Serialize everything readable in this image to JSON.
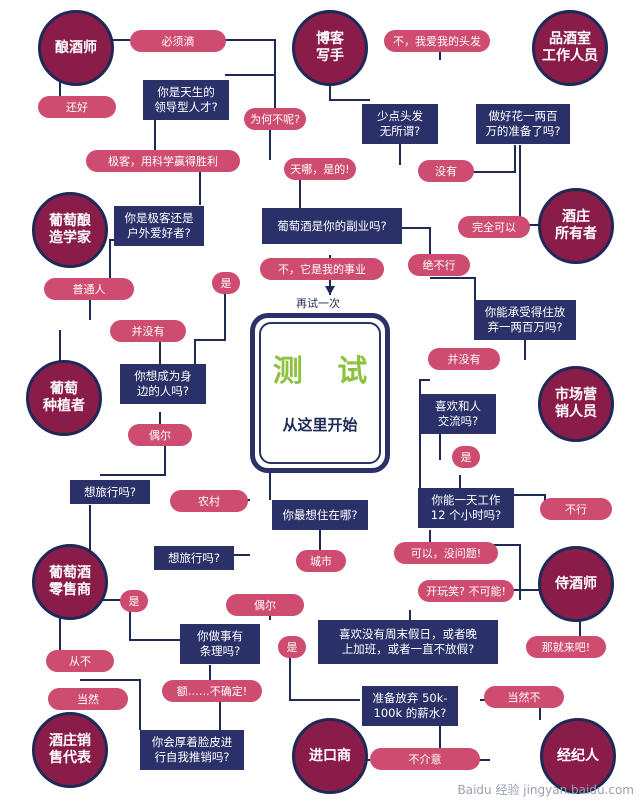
{
  "colors": {
    "navy": "#2a3169",
    "wine": "#8a1c4a",
    "pink": "#cf4c71",
    "green": "#8cc23e"
  },
  "center": {
    "title": "测 试",
    "start": "从这里开始"
  },
  "retry_label": "再试一次",
  "watermark": "Baidu 经验 jingyan.baidu.com",
  "results": [
    {
      "id": "r1",
      "text": "酿酒师"
    },
    {
      "id": "r2",
      "text": "博客\n写手"
    },
    {
      "id": "r3",
      "text": "品酒室\n工作人员"
    },
    {
      "id": "r4",
      "text": "葡萄酿\n造学家"
    },
    {
      "id": "r5",
      "text": "酒庄\n所有者"
    },
    {
      "id": "r6",
      "text": "葡萄\n种植者"
    },
    {
      "id": "r7",
      "text": "市场营\n销人员"
    },
    {
      "id": "r8",
      "text": "葡萄酒\n零售商"
    },
    {
      "id": "r9",
      "text": "侍酒师"
    },
    {
      "id": "r10",
      "text": "酒庄销\n售代表"
    },
    {
      "id": "r11",
      "text": "进口商"
    },
    {
      "id": "r12",
      "text": "经纪人"
    }
  ],
  "questions": [
    {
      "id": "q1",
      "text": "你是天生的\n领导型人才?"
    },
    {
      "id": "q2",
      "text": "少点头发\n无所谓?"
    },
    {
      "id": "q3",
      "text": "做好花一两百\n万的准备了吗?"
    },
    {
      "id": "q4",
      "text": "你是极客还是\n户外爱好者?"
    },
    {
      "id": "q5",
      "text": "葡萄酒是你的副业吗?"
    },
    {
      "id": "q6",
      "text": "你能承受得住放\n弃一两百万吗?"
    },
    {
      "id": "q7",
      "text": "你想成为身\n边的人吗?"
    },
    {
      "id": "q8",
      "text": "喜欢和人\n交流吗?"
    },
    {
      "id": "q9",
      "text": "想旅行吗?"
    },
    {
      "id": "q10",
      "text": "你最想住在哪?"
    },
    {
      "id": "q11",
      "text": "你能一天工作\n12 个小时吗?"
    },
    {
      "id": "q12",
      "text": "想旅行吗?"
    },
    {
      "id": "q13",
      "text": "你做事有\n条理吗?"
    },
    {
      "id": "q14",
      "text": "喜欢没有周末假日，或者晚\n上加班，或者一直不放假?"
    },
    {
      "id": "q15",
      "text": "准备放弃 50k-\n100k 的薪水?"
    },
    {
      "id": "q16",
      "text": "你会厚着脸皮进\n行自我推销吗?"
    }
  ],
  "answers": [
    {
      "id": "a1",
      "text": "必须滴"
    },
    {
      "id": "a2",
      "text": "不，我爱我的头发"
    },
    {
      "id": "a3",
      "text": "还好"
    },
    {
      "id": "a4",
      "text": "为何不呢?"
    },
    {
      "id": "a5",
      "text": "极客，用科学赢得胜利"
    },
    {
      "id": "a6",
      "text": "天哪，是的!"
    },
    {
      "id": "a7",
      "text": "没有"
    },
    {
      "id": "a8",
      "text": "完全可以"
    },
    {
      "id": "a9",
      "text": "不，它是我的事业"
    },
    {
      "id": "a10",
      "text": "绝不行"
    },
    {
      "id": "a11",
      "text": "是"
    },
    {
      "id": "a12",
      "text": "普通人"
    },
    {
      "id": "a13",
      "text": "并没有"
    },
    {
      "id": "a14",
      "text": "并没有"
    },
    {
      "id": "a15",
      "text": "偶尔"
    },
    {
      "id": "a16",
      "text": "是"
    },
    {
      "id": "a17",
      "text": "农村"
    },
    {
      "id": "a18",
      "text": "不行"
    },
    {
      "id": "a19",
      "text": "可以，没问题!"
    },
    {
      "id": "a20",
      "text": "城市"
    },
    {
      "id": "a21",
      "text": "是"
    },
    {
      "id": "a22",
      "text": "开玩笑? 不可能!"
    },
    {
      "id": "a23",
      "text": "偶尔"
    },
    {
      "id": "a24",
      "text": "是"
    },
    {
      "id": "a25",
      "text": "那就来吧!"
    },
    {
      "id": "a26",
      "text": "从不"
    },
    {
      "id": "a27",
      "text": "额……不确定!"
    },
    {
      "id": "a28",
      "text": "当然"
    },
    {
      "id": "a29",
      "text": "当然不"
    },
    {
      "id": "a30",
      "text": "不介意"
    }
  ]
}
